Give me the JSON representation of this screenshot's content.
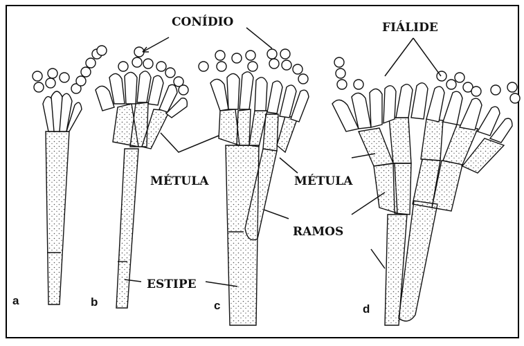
{
  "labels": {
    "conidio": "CONÍDIO",
    "fialide": "FIÁLIDE",
    "metula_left": "MÉTULA",
    "metula_right": "MÉTULA",
    "ramos": "RAMOS",
    "estipe": "ESTIPE"
  },
  "panels": [
    "a",
    "b",
    "c",
    "d"
  ],
  "colors": {
    "line": "#111111",
    "stipple": "#555555",
    "border": "#000000"
  }
}
